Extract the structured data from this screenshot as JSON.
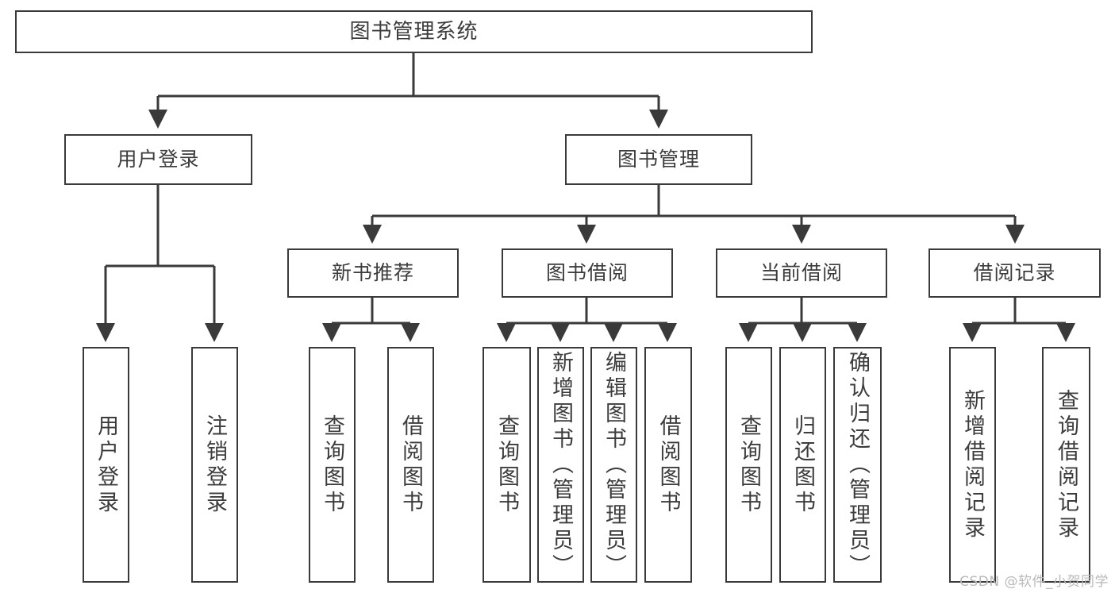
{
  "diagram": {
    "title": "图书管理系统",
    "type": "tree-hierarchy",
    "stroke_color": "#3a3a3a",
    "text_color": "#3c3c3c",
    "background_color": "#ffffff",
    "levels": 4
  },
  "root": {
    "label": "图书管理系统"
  },
  "level2": [
    {
      "label": "用户登录"
    },
    {
      "label": "图书管理"
    }
  ],
  "level3": [
    {
      "label": "新书推荐"
    },
    {
      "label": "图书借阅"
    },
    {
      "label": "当前借阅"
    },
    {
      "label": "借阅记录"
    }
  ],
  "leaves": {
    "user_login": [
      {
        "label": "用户登录"
      },
      {
        "label": "注销登录"
      }
    ],
    "new_book": [
      {
        "label": "查询图书"
      },
      {
        "label": "借阅图书"
      }
    ],
    "book_borrow": [
      {
        "label": "查询图书"
      },
      {
        "label": "新增图书（管理员）"
      },
      {
        "label": "编辑图书（管理员）"
      },
      {
        "label": "借阅图书"
      }
    ],
    "current_borrow": [
      {
        "label": "查询图书"
      },
      {
        "label": "归还图书"
      },
      {
        "label": "确认归还（管理员）"
      }
    ],
    "borrow_record": [
      {
        "label": "新增借阅记录"
      },
      {
        "label": "查询借阅记录"
      }
    ]
  },
  "watermark": {
    "label": "CSDN @软件_小贺同学"
  }
}
